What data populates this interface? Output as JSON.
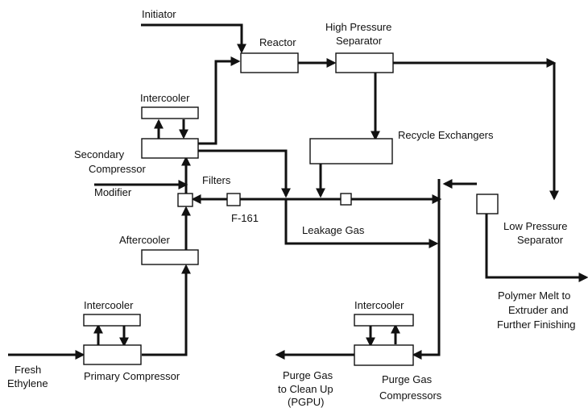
{
  "labels": {
    "initiator": "Initiator",
    "reactor": "Reactor",
    "hps_line1": "High Pressure",
    "hps_line2": "Separator",
    "intercooler_secondary": "Intercooler",
    "secondary_line1": "Secondary",
    "secondary_line2": "Compressor",
    "recycle_exchangers": "Recycle Exchangers",
    "filters": "Filters",
    "modifier": "Modifier",
    "f161": "F-161",
    "leakage_gas": "Leakage Gas",
    "aftercooler": "Aftercooler",
    "lps_line1": "Low Pressure",
    "lps_line2": "Separator",
    "polymer_line1": "Polymer Melt to",
    "polymer_line2": "Extruder and",
    "polymer_line3": "Further Finishing",
    "intercooler_primary": "Intercooler",
    "fresh_line1": "Fresh",
    "fresh_line2": "Ethylene",
    "primary_compressor": "Primary Compressor",
    "intercooler_purge": "Intercooler",
    "purge_out_line1": "Purge Gas",
    "purge_out_line2": "to Clean Up",
    "purge_out_line3": "(PGPU)",
    "purge_comp_line1": "Purge Gas",
    "purge_comp_line2": "Compressors"
  }
}
